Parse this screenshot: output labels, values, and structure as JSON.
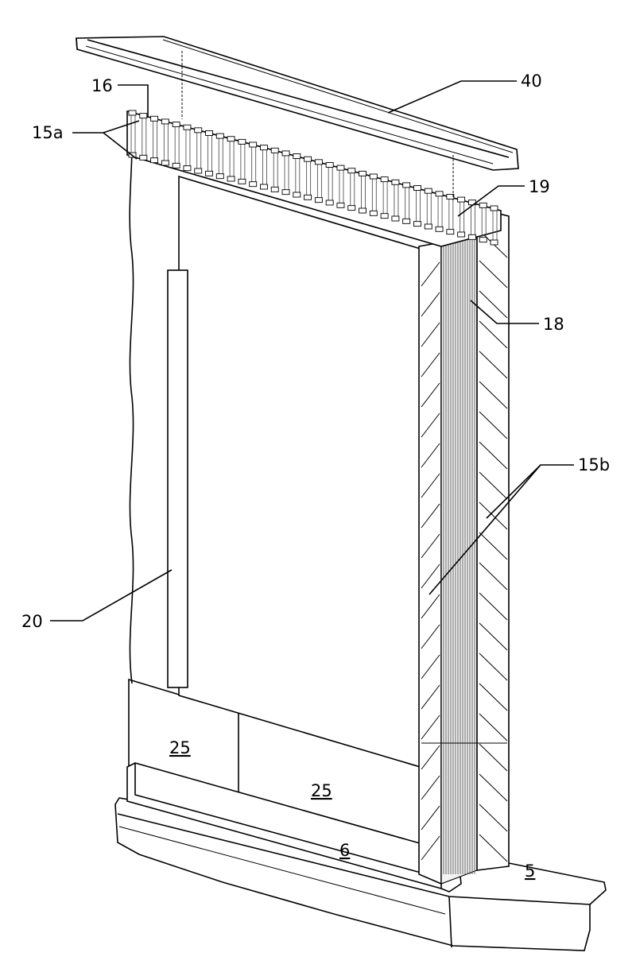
{
  "labels": {
    "rail_top": "40",
    "bracket": "16",
    "panel_a": "15a",
    "edge_insert": "19",
    "core_layers": "18",
    "panel_b": "15b",
    "strip": "20",
    "block_left": "25",
    "block_right": "25",
    "bottom_channel": "6",
    "base": "5"
  }
}
